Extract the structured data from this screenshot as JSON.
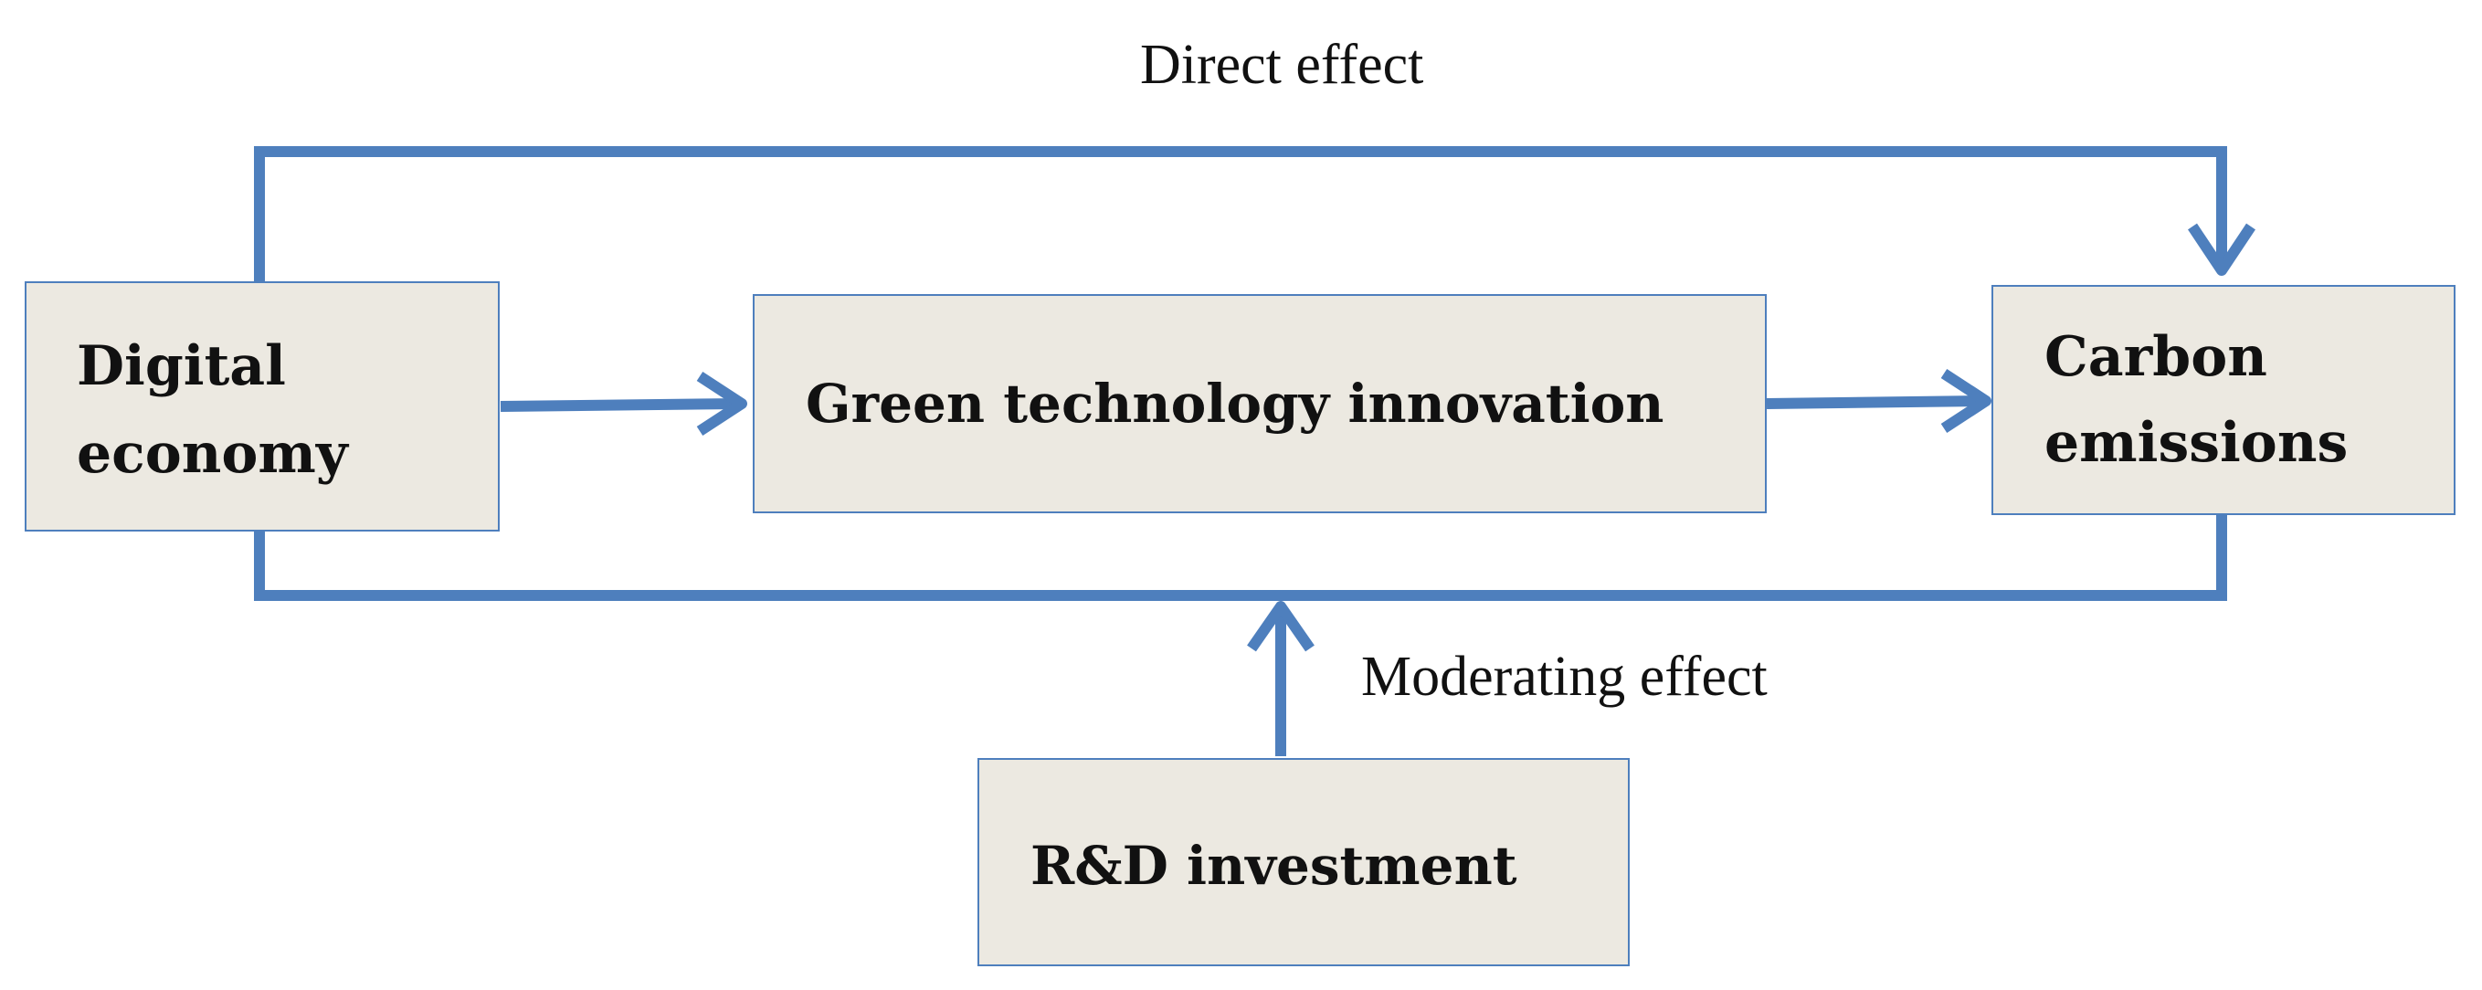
{
  "diagram": {
    "nodes": {
      "digital_economy": {
        "line1": "Digital",
        "line2": "economy"
      },
      "green_tech": {
        "label": "Green technology innovation"
      },
      "carbon": {
        "line1": "Carbon",
        "line2": "emissions"
      },
      "rd": {
        "label": "R&D investment"
      }
    },
    "edges": {
      "direct_effect": "Direct effect",
      "moderating_effect": "Moderating effect"
    }
  },
  "colors": {
    "arrow": "#4e7fbd",
    "box_fill": "#ece9e1",
    "box_border": "#4e7fbd",
    "text": "#111111"
  }
}
